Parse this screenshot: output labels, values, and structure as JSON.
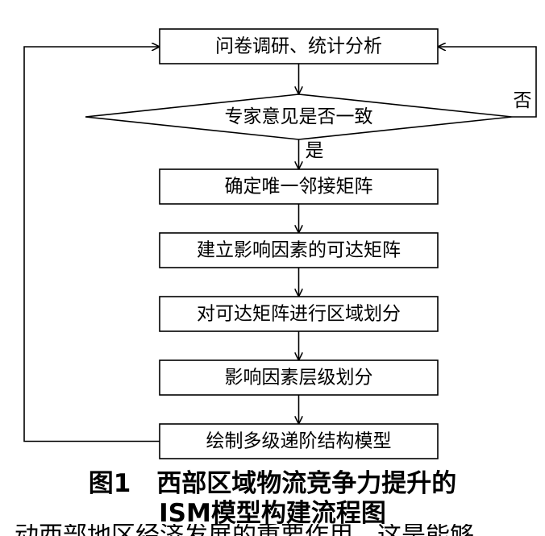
{
  "diagram": {
    "nodes": {
      "survey": "问卷调研、统计分析",
      "decision": "专家意见是否一致",
      "adjacency": "确定唯一邻接矩阵",
      "reachability": "建立影响因素的可达矩阵",
      "region_partition": "对可达矩阵进行区域划分",
      "level_partition": "影响因素层级划分",
      "model": "绘制多级递阶结构模型"
    },
    "edge_labels": {
      "no": "否",
      "yes": "是"
    }
  },
  "caption": {
    "number": "图1",
    "line1": "西部区域物流竞争力提升的",
    "line2": "ISM模型构建流程图"
  },
  "cut_text": "动西部地区经济发展的重要作用，这是能够"
}
